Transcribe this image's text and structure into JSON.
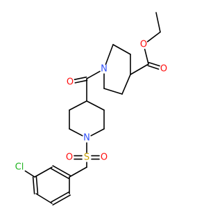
{
  "molecule": {
    "colors": {
      "bond": "#000000",
      "O": "#ff0d0d",
      "N": "#3050f8",
      "S": "#c8a000",
      "Cl": "#1fb41f",
      "background": "#ffffff"
    },
    "labels": {
      "o_ether": "O",
      "o_ester_carbonyl": "O",
      "o_amide": "O",
      "n_top": "N",
      "n_bottom": "N",
      "s": "S",
      "o_s_left": "O",
      "o_s_right": "O",
      "cl": "Cl"
    }
  }
}
